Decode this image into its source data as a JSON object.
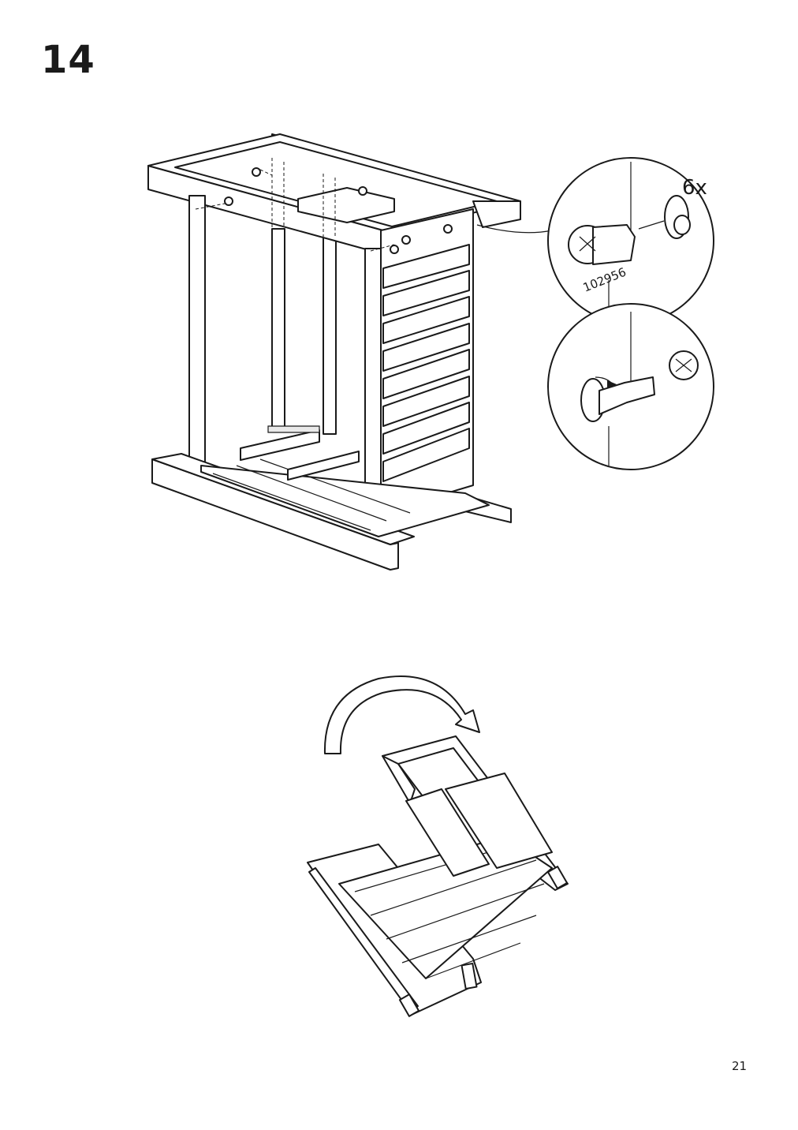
{
  "step": {
    "number": "14"
  },
  "detail_top": {
    "quantity": "6x",
    "part_code": "102956"
  },
  "page": {
    "number": "21"
  }
}
